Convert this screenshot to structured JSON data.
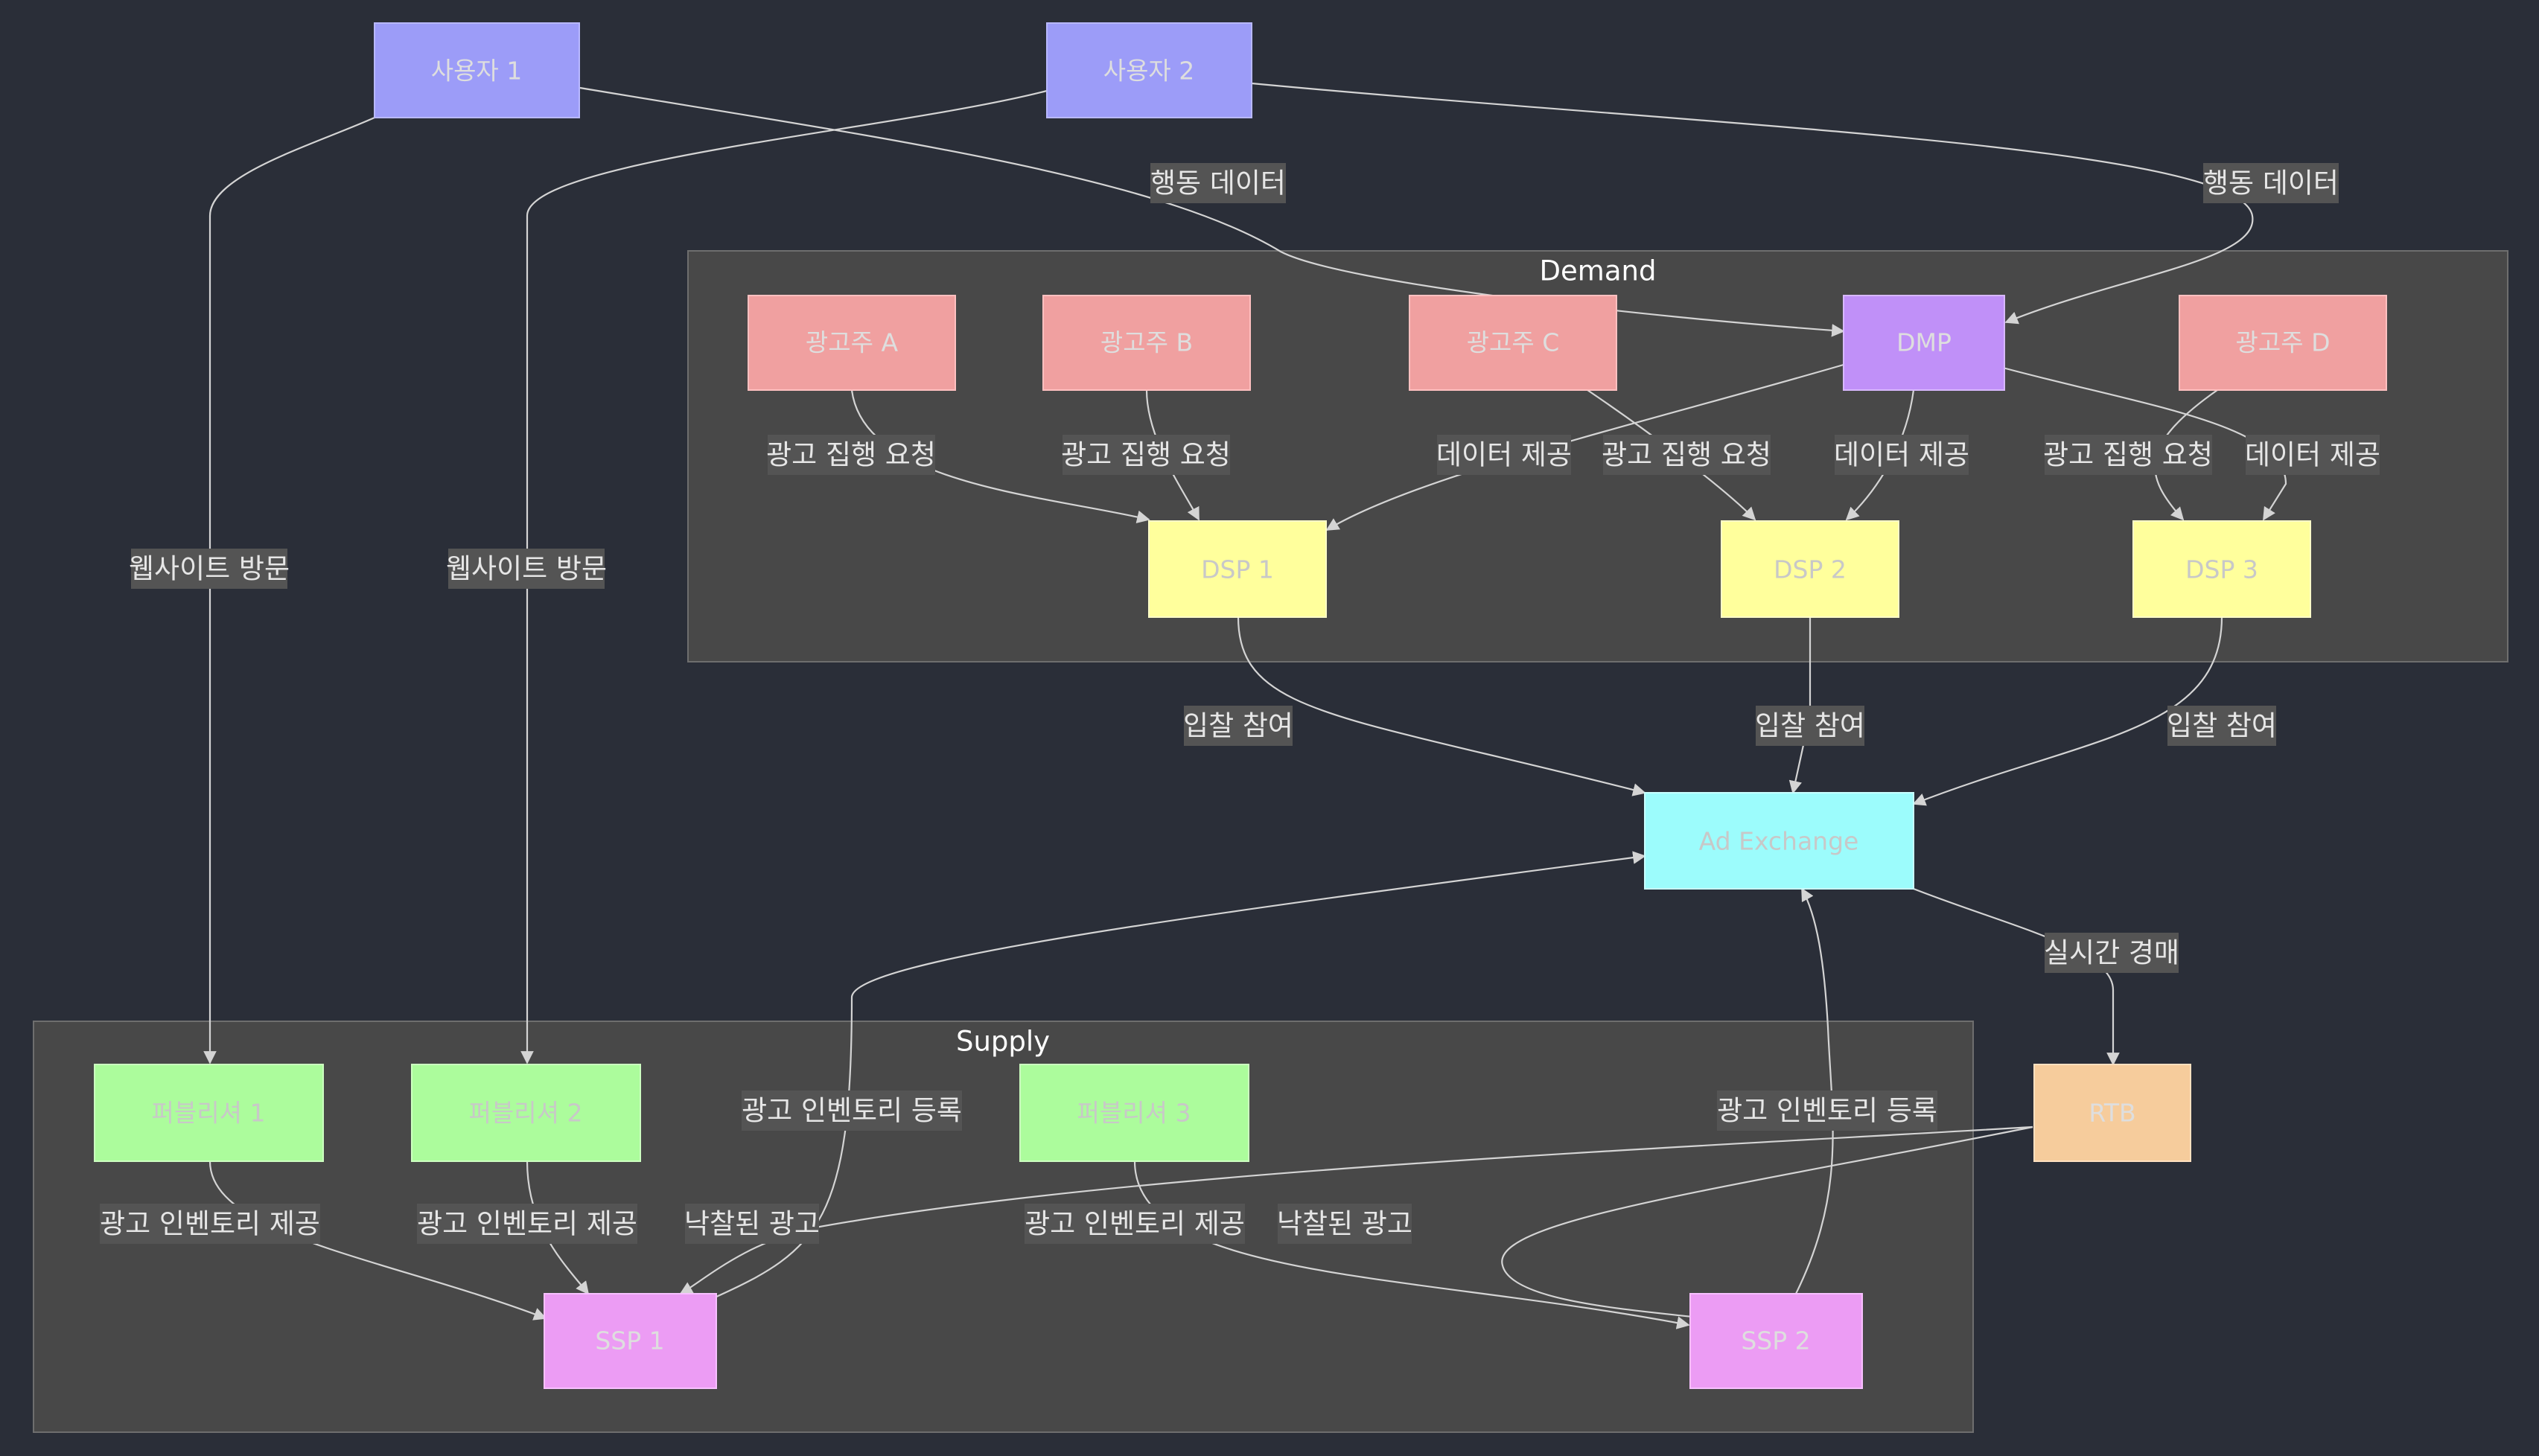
{
  "colors": {
    "background": "#2a2e38",
    "cluster_fill": "#484848",
    "cluster_stroke": "#6e6e6e",
    "user": "#9c9cf8",
    "advertiser": "#f0a0a0",
    "dmp": "#c090f8",
    "dsp": "#ffff9c",
    "exchange": "#9cfcfc",
    "publisher": "#acfc9c",
    "ssp": "#ec9cf4",
    "rtb": "#f6cc9c",
    "edge": "#d4d4d4",
    "edge_label_bg": "#545454",
    "node_text_light": "#dedede",
    "node_text_dark": "#c8c8c8"
  },
  "clusters": {
    "demand": "Demand",
    "supply": "Supply"
  },
  "nodes": {
    "user1": "사용자 1",
    "user2": "사용자 2",
    "advA": "광고주 A",
    "advB": "광고주 B",
    "advC": "광고주 C",
    "dmp": "DMP",
    "advD": "광고주 D",
    "dsp1": "DSP 1",
    "dsp2": "DSP 2",
    "dsp3": "DSP 3",
    "adx": "Ad Exchange",
    "pub1": "퍼블리셔 1",
    "pub2": "퍼블리셔 2",
    "pub3": "퍼블리셔 3",
    "rtb": "RTB",
    "ssp1": "SSP 1",
    "ssp2": "SSP 2"
  },
  "edges": {
    "user1_pub1": "웹사이트 방문",
    "user2_pub2": "웹사이트 방문",
    "user1_dmp": "행동 데이터",
    "user2_dmp": "행동 데이터",
    "advA_dsp1": "광고 집행 요청",
    "advB_dsp1": "광고 집행 요청",
    "dmp_dsp1": "데이터 제공",
    "advC_dsp2": "광고 집행 요청",
    "dmp_dsp2": "데이터 제공",
    "advD_dsp3": "광고 집행 요청",
    "dmp_dsp3": "데이터 제공",
    "dsp1_adx": "입찰 참여",
    "dsp2_adx": "입찰 참여",
    "dsp3_adx": "입찰 참여",
    "adx_rtb": "실시간 경매",
    "pub1_ssp1": "광고 인벤토리 제공",
    "pub2_ssp1": "광고 인벤토리 제공",
    "pub3_ssp2": "광고 인벤토리 제공",
    "ssp1_adx": "광고 인벤토리 등록",
    "ssp2_adx": "광고 인벤토리 등록",
    "rtb_ssp1": "낙찰된 광고",
    "rtb_ssp2": "낙찰된 광고"
  }
}
